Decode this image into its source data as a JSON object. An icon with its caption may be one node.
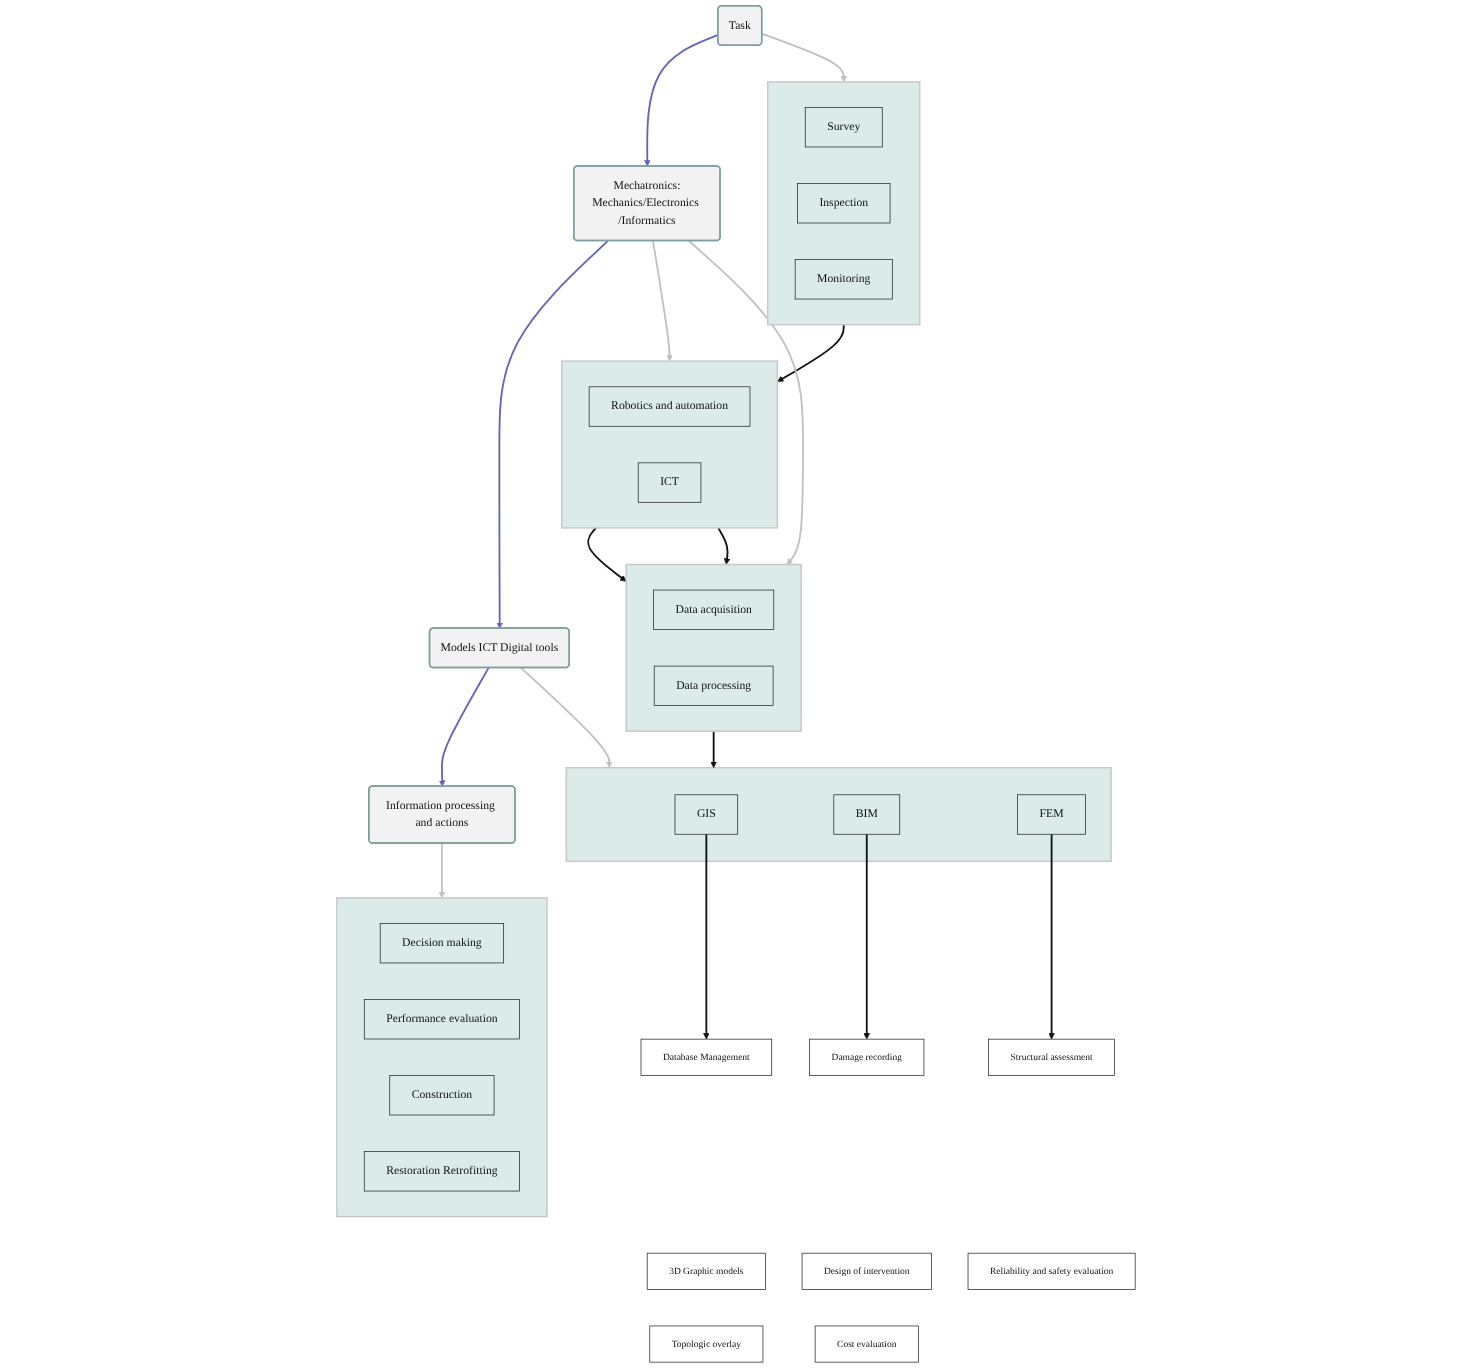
{
  "diagram": {
    "nodes": [
      {
        "text": [],
        "shape": "box"
      },
      {
        "text": [
          "Survey"
        ],
        "in": 0
      },
      {
        "text": [
          "Inspection"
        ],
        "in": 0
      },
      {
        "text": [
          "Monitoring"
        ],
        "in": 0
      },
      {
        "text": [
          "Task"
        ]
      },
      {
        "text": [],
        "shape": "box"
      },
      {
        "text": [
          "Robotics and automation"
        ],
        "in": 5
      },
      {
        "text": [
          "ICT"
        ],
        "in": 5
      },
      {
        "text": [
          "Mechatronics:",
          "Mechanics/Electronics /Informatics"
        ]
      },
      {
        "text": [],
        "shape": "box"
      },
      {
        "text": [
          "Data acquisition"
        ],
        "in": 9
      },
      {
        "text": [
          "Data processing"
        ],
        "in": 9
      },
      {
        "text": [],
        "shape": "box"
      },
      {
        "text": [
          "GIS"
        ],
        "in": 12
      },
      {
        "text": [
          "BIM"
        ],
        "in": 12
      },
      {
        "text": [
          "FEM"
        ],
        "in": 12
      },
      {
        "text": [
          "Models ICT Digital tools"
        ]
      },
      {
        "text": [
          "Database Management"
        ]
      },
      {
        "text": [
          "Damage recording"
        ]
      },
      {
        "text": [
          "Structural assessment"
        ]
      },
      {
        "text": [
          "3D Graphic models"
        ]
      },
      {
        "text": [
          "Design of intervention"
        ]
      },
      {
        "text": [
          "Reliability and safety evaluation"
        ]
      },
      {
        "text": [
          "Topologic overlay"
        ]
      },
      {
        "text": [
          "Cost evaluation"
        ]
      },
      {
        "text": [],
        "shape": "box"
      },
      {
        "text": [
          "Decision making"
        ],
        "in": 25
      },
      {
        "text": [
          "Performance evaluation"
        ],
        "in": 25
      },
      {
        "text": [
          "Construction"
        ],
        "in": 25
      },
      {
        "text": [
          "Restoration Retrofitting"
        ],
        "in": 25
      },
      {
        "text": [
          "Information processing and actions"
        ]
      }
    ],
    "edges": [
      {
        "from": 4,
        "to": 0,
        "arrow": "to",
        "color": "#c0c0c0"
      },
      {
        "from": 4,
        "to": 8,
        "arrow": "to",
        "color": "#6464bc"
      },
      {
        "from": 0,
        "to": 5,
        "arrow": "to"
      },
      {
        "from": 8,
        "to": 5,
        "arrow": "to",
        "color": "#c0c0c0"
      },
      {
        "from": 8,
        "to": 9,
        "arrow": "to",
        "color": "#c0c0c0"
      },
      {
        "from": 5,
        "to": 9,
        "arrow": "to"
      },
      {
        "from": 5,
        "to": 9,
        "arrow": "to"
      },
      {
        "from": 8,
        "to": 16,
        "arrow": "to",
        "color": "#6464bc"
      },
      {
        "from": 9,
        "to": 12,
        "arrow": "to"
      },
      {
        "from": 16,
        "to": 12,
        "arrow": "to",
        "color": "#c0c0c0"
      },
      {
        "from": 13,
        "to": 17,
        "arrow": "to"
      },
      {
        "from": 14,
        "to": 18,
        "arrow": "to"
      },
      {
        "from": 15,
        "to": 19,
        "arrow": "to"
      },
      {
        "from": 16,
        "to": 30,
        "arrow": "to",
        "color": "#6464bc"
      },
      {
        "from": 30,
        "to": 25,
        "arrow": "to",
        "color": "#c0c0c0"
      }
    ]
  }
}
